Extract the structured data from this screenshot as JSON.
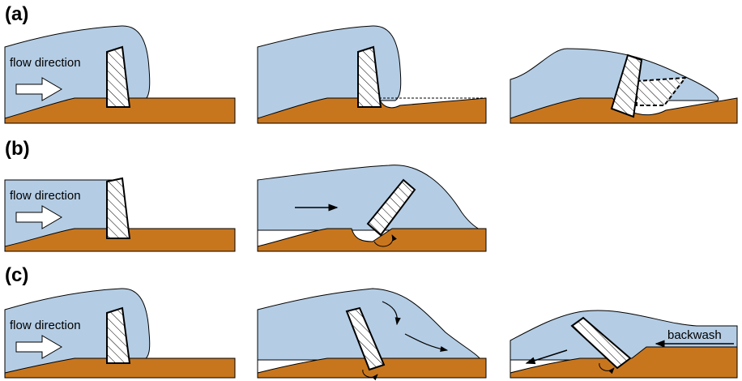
{
  "rows": [
    {
      "label": "(a)"
    },
    {
      "label": "(b)"
    },
    {
      "label": "(c)"
    }
  ],
  "texts": {
    "flow_direction": "flow direction",
    "backwash": "backwash"
  },
  "colors": {
    "water": "#b4cde5",
    "ground": "#c8761e",
    "outline": "#000000",
    "wall_fill": "#ffffff"
  }
}
